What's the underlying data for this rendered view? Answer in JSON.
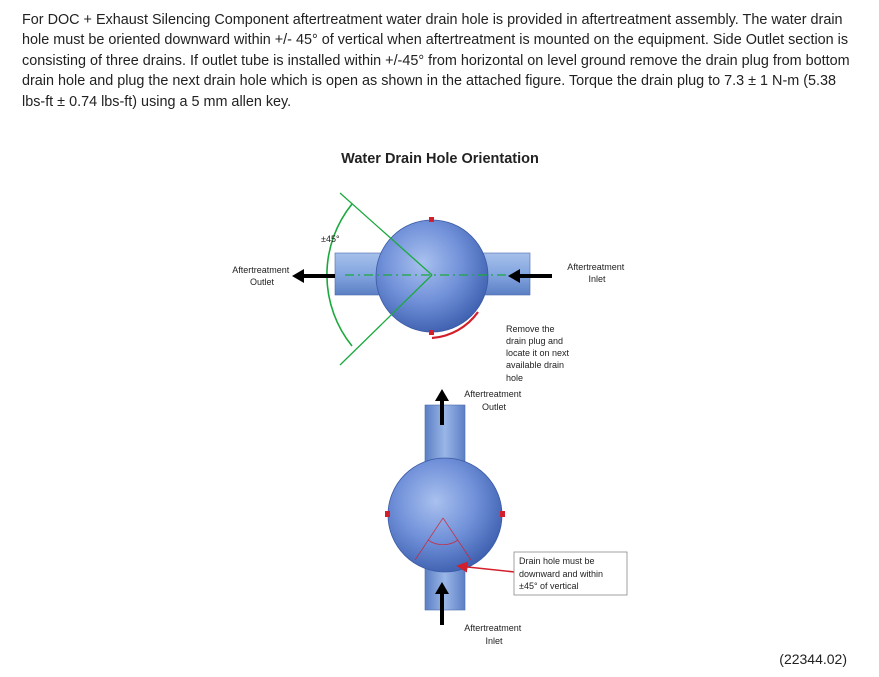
{
  "intro_text": "For DOC + Exhaust Silencing Component aftertreatment water drain hole is provided in aftertreatment assembly. The water drain hole must be oriented downward within +/- 45° of vertical when aftertreatment is mounted on the equipment. Side Outlet section is consisting of three drains. If outlet tube is installed within +/-45° from horizontal on level ground remove the drain plug from bottom drain hole and plug the next drain hole which is open as shown in the attached figure. Torque the drain plug to 7.3 ± 1 N-m (5.38 lbs-ft ± 0.74 lbs-ft) using a 5 mm allen key.",
  "figure": {
    "title": "Water Drain Hole Orientation",
    "top_view": {
      "angle_label": "±45°",
      "outlet_label": [
        "Aftertreatment",
        "Outlet"
      ],
      "inlet_label": [
        "Aftertreatment",
        "Inlet"
      ],
      "callout": [
        "Remove the",
        "drain plug and",
        "locate it on next",
        "available drain",
        "hole"
      ]
    },
    "bottom_view": {
      "outlet_label": [
        "Aftertreatment",
        "Outlet"
      ],
      "inlet_label": [
        "Aftertreatment",
        "Inlet"
      ],
      "callout": [
        "Drain hole must be",
        "downward and within",
        "±45° of vertical"
      ]
    }
  },
  "document_id": "(22344.02)",
  "colors": {
    "body_blue": "#6f8fd8",
    "tube_blue": "#84a6e0",
    "drain_red": "#d21f2b",
    "guide_green": "#1ba93e"
  }
}
